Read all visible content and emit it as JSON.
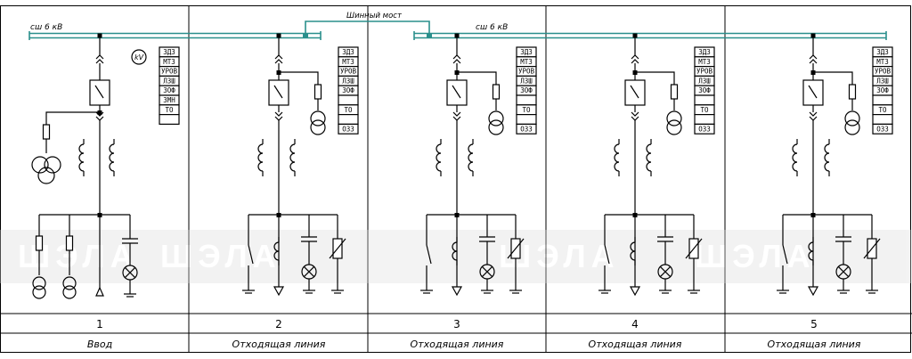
{
  "diagram": {
    "bus_labels": [
      "сш 6 кВ",
      "сш 6 кВ"
    ],
    "bridge_label": "Шинный мост",
    "voltmeter_label": "kV",
    "watermark": [
      "ШЭЛА",
      "ШЭЛА",
      "ШЭЛА",
      "ШЭЛА"
    ],
    "colors": {
      "bus": "#2a8f8c",
      "line": "#000000",
      "watermark": "#9a9a9a"
    }
  },
  "cells": [
    {
      "number": "1",
      "name": "Ввод",
      "protections": [
        "ЗДЗ",
        "МТЗ",
        "УРОВ",
        "ЛЗШ",
        "ЗОФ",
        "ЗМН",
        "ТО",
        ""
      ]
    },
    {
      "number": "2",
      "name": "Отходящая линия",
      "protections": [
        "ЗДЗ",
        "МТЗ",
        "УРОВ",
        "ЛЗШ",
        "ЗОФ",
        "",
        "ТО",
        "",
        "ОЗЗ"
      ]
    },
    {
      "number": "3",
      "name": "Отходящая линия",
      "protections": [
        "ЗДЗ",
        "МТЗ",
        "УРОВ",
        "ЛЗШ",
        "ЗОФ",
        "",
        "ТО",
        "",
        "ОЗЗ"
      ]
    },
    {
      "number": "4",
      "name": "Отходящая линия",
      "protections": [
        "ЗДЗ",
        "МТЗ",
        "УРОВ",
        "ЛЗШ",
        "ЗОФ",
        "",
        "ТО",
        "",
        "ОЗЗ"
      ]
    },
    {
      "number": "5",
      "name": "Отходящая линия",
      "protections": [
        "ЗДЗ",
        "МТЗ",
        "УРОВ",
        "ЛЗШ",
        "ЗОФ",
        "",
        "ТО",
        "",
        "ОЗЗ"
      ]
    }
  ]
}
